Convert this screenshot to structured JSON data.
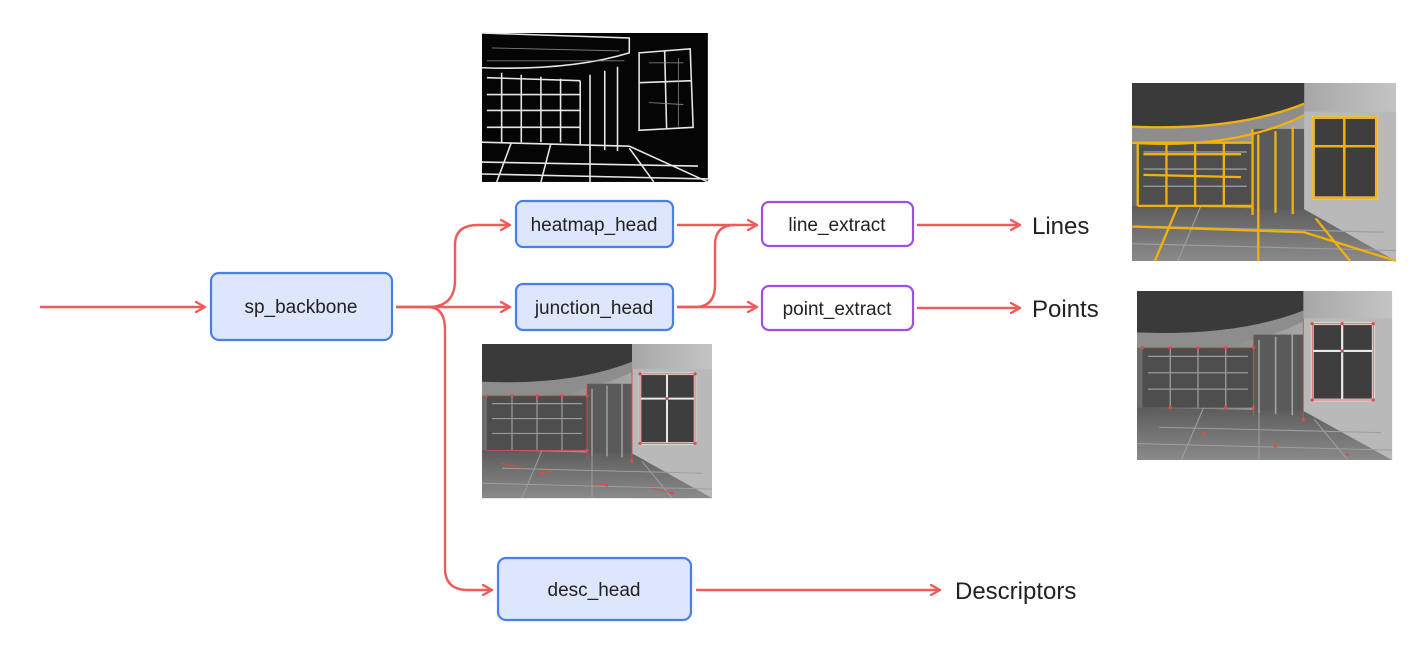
{
  "nodes": {
    "sp_backbone": "sp_backbone",
    "heatmap_head": "heatmap_head",
    "junction_head": "junction_head",
    "desc_head": "desc_head",
    "line_extract": "line_extract",
    "point_extract": "point_extract"
  },
  "outputs": {
    "lines": "Lines",
    "points": "Points",
    "descriptors": "Descriptors"
  },
  "colors": {
    "edge": "#ef5b5b",
    "head_fill": "#dde6fb",
    "head_stroke": "#4a7ee8",
    "extract_stroke": "#9b4fe6",
    "line_overlay": "#f2b20c",
    "point_overlay": "#e04a4a"
  },
  "images": {
    "heatmap": "line-heatmap-image",
    "junctions": "junction-overlay-image",
    "lines": "line-detections-image",
    "points": "point-detections-image"
  }
}
